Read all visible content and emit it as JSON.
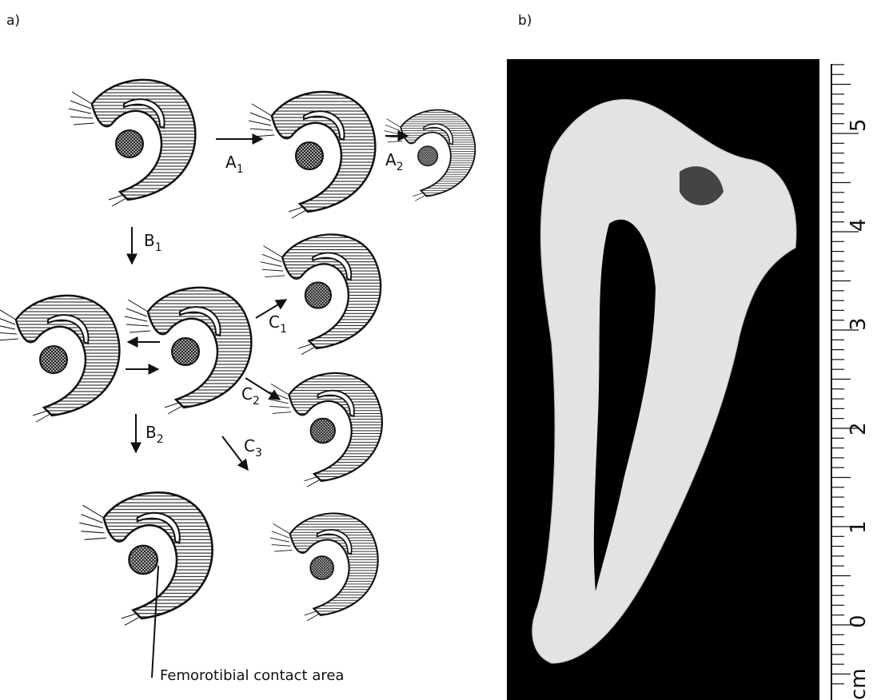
{
  "panels": {
    "a": {
      "label": "a)"
    },
    "b": {
      "label": "b)"
    }
  },
  "diagram": {
    "arrows": [
      {
        "id": "A1",
        "letter": "A",
        "sub": "1"
      },
      {
        "id": "A2",
        "letter": "A",
        "sub": "2"
      },
      {
        "id": "B1",
        "letter": "B",
        "sub": "1"
      },
      {
        "id": "B2",
        "letter": "B",
        "sub": "2"
      },
      {
        "id": "C1",
        "letter": "C",
        "sub": "1"
      },
      {
        "id": "C2",
        "letter": "C",
        "sub": "2"
      },
      {
        "id": "C3",
        "letter": "C",
        "sub": "3"
      }
    ],
    "caption": "Femorotibial contact area"
  },
  "ruler": {
    "unit": "cm",
    "labels": [
      "0",
      "1",
      "2",
      "3",
      "4",
      "5"
    ]
  },
  "colors": {
    "line": "#111111",
    "photo_background": "#000000",
    "specimen": "#e3e3e3"
  }
}
